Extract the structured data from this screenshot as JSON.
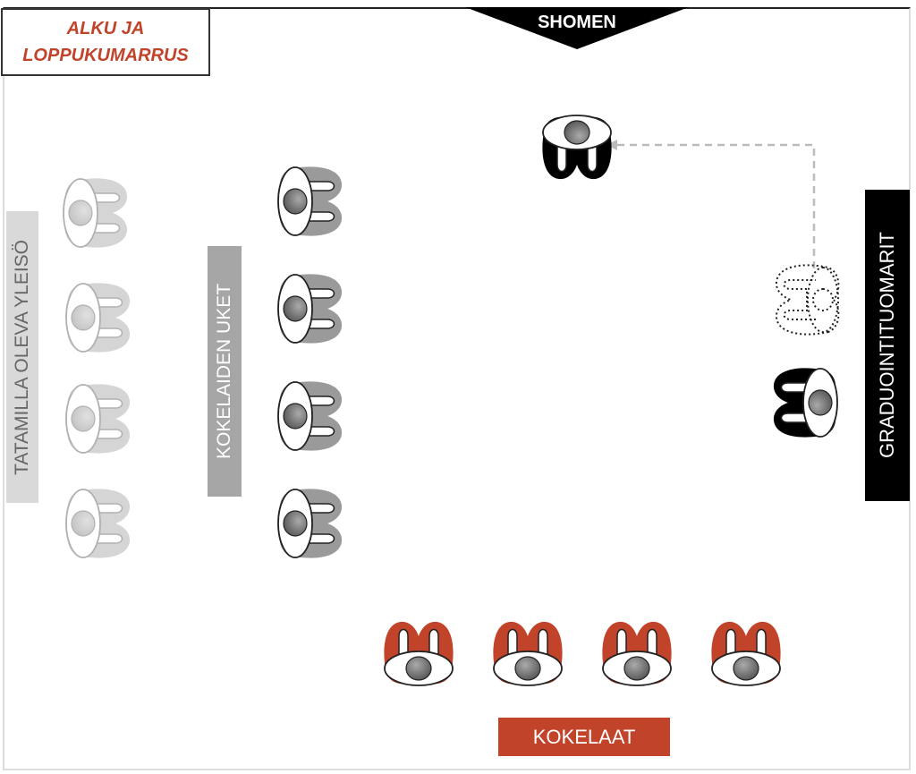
{
  "title": {
    "line1": "ALKU JA",
    "line2": "LOPPUKUMARRUS"
  },
  "labels": {
    "shomen": "SHOMEN",
    "audience": "TATAMILLA OLEVA YLEISÖ",
    "uke": "KOKELAIDEN UKET",
    "judges": "GRADUOINTITUOMARIT",
    "candidates": "KOKELAAT"
  },
  "colors": {
    "candidate": "#c0432a",
    "judge": "#000000",
    "uke": "#9a9a9a",
    "audience": "#d9d9d9",
    "title_text": "#c0432a"
  }
}
